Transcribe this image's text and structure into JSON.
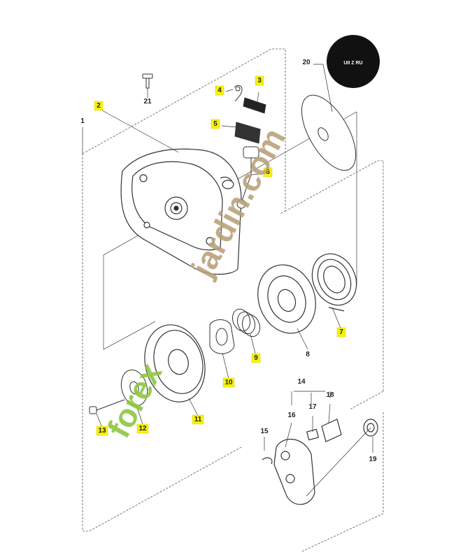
{
  "logo": {
    "text": "UII Z RU"
  },
  "watermark": {
    "green_text": "forex",
    "brown_text": "jardin.com",
    "green": "#8dc63f",
    "brown": "#b9a27a"
  },
  "parts": [
    {
      "id": "p1",
      "label": "1",
      "highlighted": false
    },
    {
      "id": "p2",
      "label": "2",
      "highlighted": true
    },
    {
      "id": "p3",
      "label": "3",
      "highlighted": true
    },
    {
      "id": "p4",
      "label": "4",
      "highlighted": true
    },
    {
      "id": "p5",
      "label": "5",
      "highlighted": true
    },
    {
      "id": "p6",
      "label": "6",
      "highlighted": true
    },
    {
      "id": "p7",
      "label": "7",
      "highlighted": true
    },
    {
      "id": "p8",
      "label": "8",
      "highlighted": false
    },
    {
      "id": "p9",
      "label": "9",
      "highlighted": true
    },
    {
      "id": "p10",
      "label": "10",
      "highlighted": true
    },
    {
      "id": "p11",
      "label": "11",
      "highlighted": true
    },
    {
      "id": "p12",
      "label": "12",
      "highlighted": true
    },
    {
      "id": "p13",
      "label": "13",
      "highlighted": true
    },
    {
      "id": "p14",
      "label": "14",
      "highlighted": false
    },
    {
      "id": "p15",
      "label": "15",
      "highlighted": false
    },
    {
      "id": "p16",
      "label": "16",
      "highlighted": false
    },
    {
      "id": "p17",
      "label": "17",
      "highlighted": false
    },
    {
      "id": "p18",
      "label": "18",
      "highlighted": false
    },
    {
      "id": "p19",
      "label": "19",
      "highlighted": false
    },
    {
      "id": "p20",
      "label": "20",
      "highlighted": false
    },
    {
      "id": "p21",
      "label": "21",
      "highlighted": false
    }
  ],
  "colors": {
    "badge": "#f6f20e",
    "line": "#333333",
    "logo_bg": "#111111"
  }
}
